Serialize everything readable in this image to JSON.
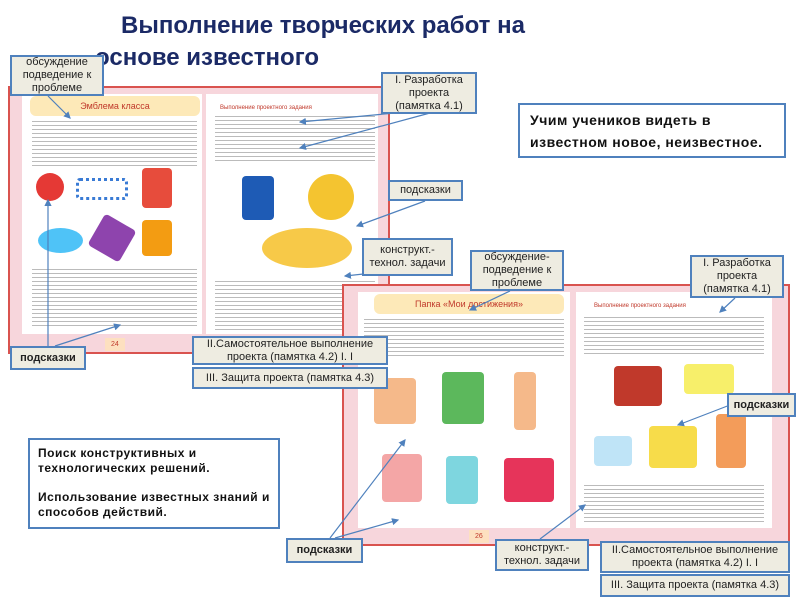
{
  "title": "Выполнение творческих работ на основе известного",
  "labels": {
    "discussion_top": "обсуждение подведение к проблеме",
    "dev1": "I. Разработка проекта (памятка 4.1)",
    "hints_top": "подсказки",
    "constr1": "конструкт.- технол. задачи",
    "discussion2": "обсуждение- подведение к проблеме",
    "dev2": "I. Разработка проекта (памятка 4.1)",
    "hints_left": "подсказки",
    "self1": "II.Самостоятельное выполнение проекта (памятка 4.2) I. I",
    "defense1": "III. Защита проекта (памятка 4.3)",
    "hints_bottom": "подсказки",
    "hints_right": "подсказки",
    "constr2": "конструкт.- технол. задачи",
    "self2": "II.Самостоятельное выполнение проекта (памятка 4.2) I. I",
    "defense2": "III. Защита проекта (памятка 4.3)"
  },
  "notes": {
    "see_new": "Учим учеников видеть в известном новое, неизвестное.",
    "search_1": "Поиск конструктивных и технологических решений.",
    "search_2": "Использование известных знаний и способов действий."
  },
  "book1": {
    "heading": "Эмблема класса",
    "task": "Выполнение проектного задания",
    "page": "24"
  },
  "book2": {
    "heading": "Папка «Мои достижения»",
    "task": "Выполнение проектного задания",
    "page": "26"
  }
}
